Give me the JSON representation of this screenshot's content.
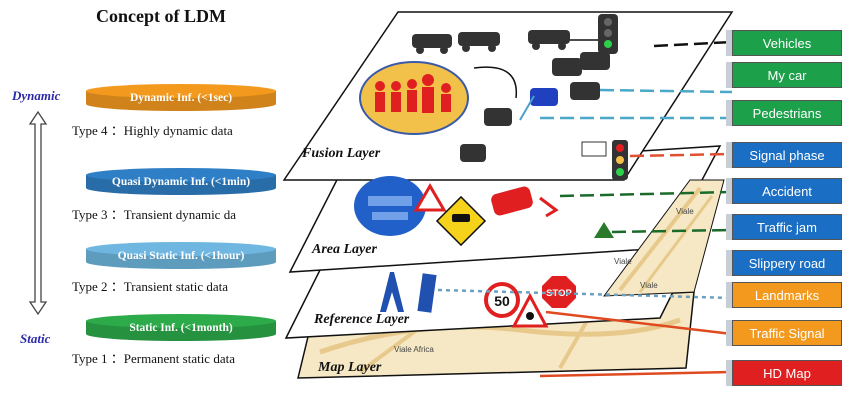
{
  "title": "Concept of LDM",
  "axis": {
    "top": "Dynamic",
    "bottom": "Static"
  },
  "tiers": [
    {
      "disc": "Dynamic Inf. (<1sec)",
      "type": "Type 4 ：Highly dynamic data",
      "color": "#f39a1e"
    },
    {
      "disc": "Quasi Dynamic Inf. (<1min)",
      "type": "Type 3 ：Transient dynamic da",
      "color": "#2f7fc6"
    },
    {
      "disc": "Quasi Static Inf. (<1hour)",
      "type": "Type 2 ：Transient static data",
      "color": "#6fb7e0"
    },
    {
      "disc": "Static Inf. (<1month)",
      "type": "Type 1 ：Permanent static data",
      "color": "#2dab4a"
    }
  ],
  "layers": [
    "Fusion Layer",
    "Area Layer",
    "Reference Layer",
    "Map Layer"
  ],
  "categories": [
    {
      "label": "Vehicles",
      "fill": "#1ca04a",
      "text": "#ffffff"
    },
    {
      "label": "My car",
      "fill": "#1ca04a",
      "text": "#ffffff"
    },
    {
      "label": "Pedestrians",
      "fill": "#1ca04a",
      "text": "#ffffff"
    },
    {
      "label": "Signal phase",
      "fill": "#1a6fc4",
      "text": "#ffffff"
    },
    {
      "label": "Accident",
      "fill": "#1a6fc4",
      "text": "#ffffff"
    },
    {
      "label": "Traffic jam",
      "fill": "#1a6fc4",
      "text": "#ffffff"
    },
    {
      "label": "Slippery road",
      "fill": "#1a6fc4",
      "text": "#ffffff"
    },
    {
      "label": "Landmarks",
      "fill": "#f39a1e",
      "text": "#ffffff"
    },
    {
      "label": "Traffic Signal",
      "fill": "#f39a1e",
      "text": "#ffffff"
    },
    {
      "label": "HD Map",
      "fill": "#e02020",
      "text": "#ffffff"
    }
  ],
  "map_labels": [
    "Viale Africa",
    "Viale",
    "Viale",
    "Viale"
  ],
  "signs": {
    "speed": "50",
    "stop": "STOP"
  }
}
